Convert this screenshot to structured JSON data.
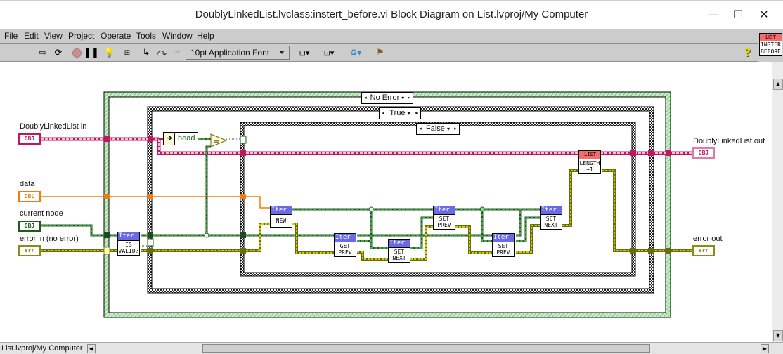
{
  "window": {
    "title": "DoublyLinkedList.lvclass:instert_before.vi Block Diagram on List.lvproj/My Computer",
    "minimize": "—",
    "maximize": "☐",
    "close": "✕"
  },
  "menu": [
    "File",
    "Edit",
    "View",
    "Project",
    "Operate",
    "Tools",
    "Window",
    "Help"
  ],
  "toolbar": {
    "icons": [
      "run-arrow-icon",
      "run-continuously-icon",
      "abort-icon",
      "pause-icon",
      "highlight-execution-icon",
      "retain-wire-values-icon",
      "step-into-icon",
      "step-over-icon",
      "step-out-icon"
    ],
    "font_selector": "10pt Application Font",
    "tools": [
      "align-objects-icon",
      "distribute-objects-icon",
      "reorder-icon",
      "cleanup-diagram-icon"
    ],
    "help": "?"
  },
  "vi_icon": {
    "top": "LIST",
    "line1": "INSTER",
    "line2": "BEFORE"
  },
  "statusbar": {
    "path": "List.lvproj/My Computer"
  },
  "diagram": {
    "inputs": {
      "list_in": {
        "label": "DoublyLinkedList in",
        "type": "OBJ",
        "color": "#c0185f"
      },
      "data": {
        "label": "data",
        "type": "DBL",
        "color": "#f07b10"
      },
      "current_node": {
        "label": "current node",
        "type": "OBJ",
        "color": "#1e5c1e"
      },
      "error_in": {
        "label": "error in (no error)",
        "type": "err",
        "color": "#8a8a1e"
      }
    },
    "outputs": {
      "list_out": {
        "label": "DoublyLinkedList out",
        "type": "OBJ"
      },
      "error_out": {
        "label": "error out",
        "type": "err"
      }
    },
    "case_structures": [
      {
        "selector": "No Error"
      },
      {
        "selector": "True"
      },
      {
        "selector": "False"
      }
    ],
    "unbundle": {
      "field": "head"
    },
    "equal_node": "=",
    "subvis": [
      {
        "header": "Iter",
        "body": [
          "IS",
          "VALID?"
        ]
      },
      {
        "header": "Iter",
        "body": [
          "NEW"
        ]
      },
      {
        "header": "Iter",
        "body": [
          "GET",
          "PREV"
        ]
      },
      {
        "header": "Iter",
        "body": [
          "SET",
          "NEXT"
        ]
      },
      {
        "header": "Iter",
        "body": [
          "SET",
          "PREV"
        ]
      },
      {
        "header": "Iter",
        "body": [
          "SET",
          "PREV"
        ]
      },
      {
        "header": "Iter",
        "body": [
          "SET",
          "NEXT"
        ]
      },
      {
        "header": "LIST",
        "body": [
          "LENGTH",
          "+1"
        ]
      }
    ]
  }
}
